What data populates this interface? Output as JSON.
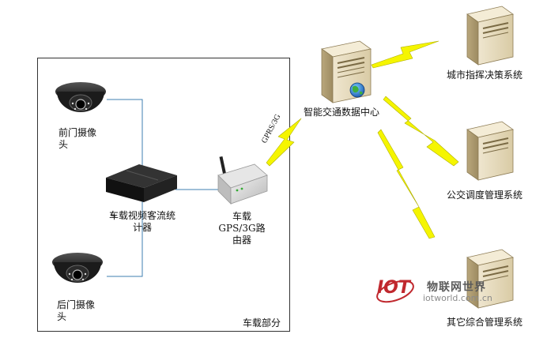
{
  "labels": {
    "front_camera": "前门摄像头",
    "rear_camera": "后门摄像头",
    "counter": "车载视频客流统计器",
    "router": "车载GPS/3G路由器",
    "onboard_section": "车载部分",
    "link": "GPRS/3G",
    "data_center": "智能交通数据中心",
    "city_command": "城市指挥决策系统",
    "bus_dispatch": "公交调度管理系统",
    "other_mgmt": "其它综合管理系统"
  },
  "watermark": {
    "cn": "物联网世界",
    "en": "iotworld.com.cn",
    "mark": "IOT"
  },
  "colors": {
    "lightning": "#f5f500",
    "connector": "#3f7fb0",
    "frame": "#333333"
  },
  "icons": [
    "dome-camera-icon",
    "video-box-icon",
    "router-icon",
    "server-icon",
    "globe-icon"
  ]
}
